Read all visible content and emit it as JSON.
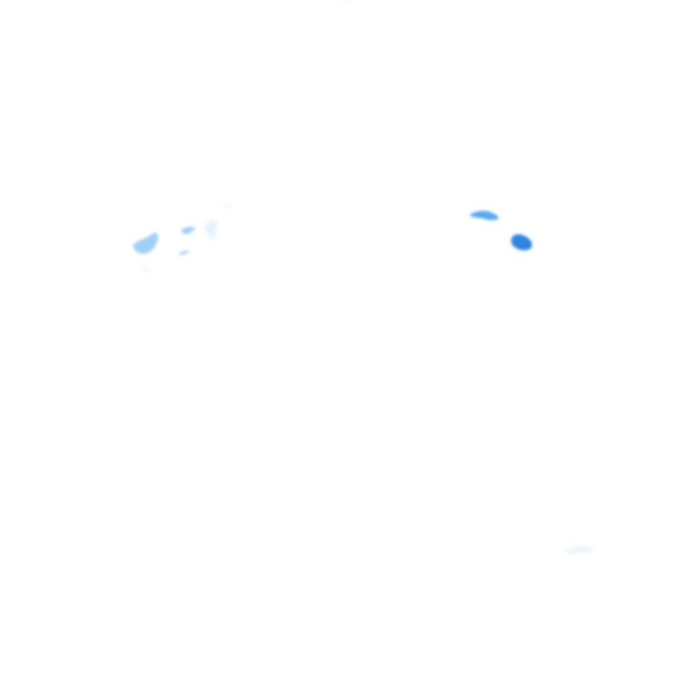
{
  "map": {
    "layer": "precipitation-radar",
    "background_color": "#ffffff",
    "intensity_colors": {
      "trace": "#e3f2fd",
      "light": "#9fd0f7",
      "moderate": "#5aaaf0",
      "heavy": "#2f86e0"
    },
    "cells": [
      {
        "name": "cell-west-1",
        "intensity": "light"
      },
      {
        "name": "cell-west-2",
        "intensity": "light"
      },
      {
        "name": "cell-west-3",
        "intensity": "trace"
      },
      {
        "name": "cell-west-4",
        "intensity": "trace"
      },
      {
        "name": "cell-east-1",
        "intensity": "moderate"
      },
      {
        "name": "cell-east-2",
        "intensity": "heavy"
      },
      {
        "name": "cell-south-1",
        "intensity": "trace"
      },
      {
        "name": "cell-north-1",
        "intensity": "trace"
      }
    ]
  }
}
